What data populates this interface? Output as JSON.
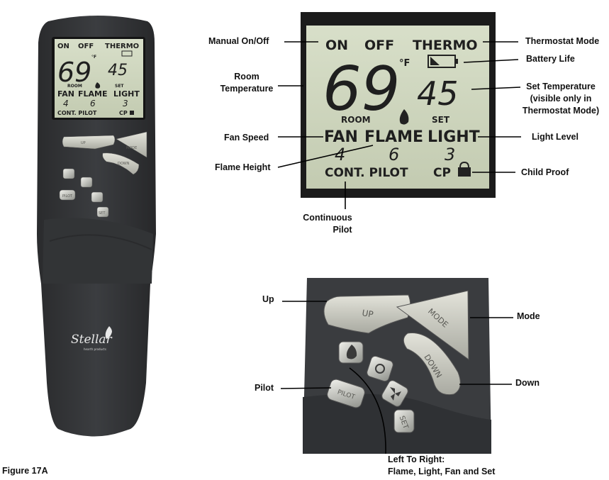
{
  "figure_caption": "Figure 17A",
  "display": {
    "on": "ON",
    "off": "OFF",
    "thermo": "THERMO",
    "room_temp": "69",
    "set_temp": "45",
    "degree_unit": "°F",
    "room": "ROOM",
    "set": "SET",
    "fan": "FAN",
    "flame": "FLAME",
    "light": "LIGHT",
    "fan_value": "4",
    "flame_value": "6",
    "light_value": "3",
    "cont_pilot": "CONT. PILOT",
    "cp": "CP"
  },
  "buttons": {
    "up": "UP",
    "mode": "MODE",
    "down": "DOWN",
    "pilot": "PILOT",
    "set": "SET"
  },
  "brand": {
    "name": "Stellar",
    "tagline": "hearth products"
  },
  "labels": {
    "manual_on_off": "Manual On/Off",
    "room_temperature_line1": "Room",
    "room_temperature_line2": "Temperature",
    "fan_speed": "Fan Speed",
    "flame_height": "Flame Height",
    "continuous_pilot_line1": "Continuous",
    "continuous_pilot_line2": "Pilot",
    "thermostat_mode": "Thermostat Mode",
    "battery_life": "Battery Life",
    "set_temperature_line1": "Set Temperature",
    "set_temperature_line2": "(visible only in",
    "set_temperature_line3": "Thermostat Mode)",
    "light_level": "Light Level",
    "child_proof": "Child Proof",
    "up": "Up",
    "mode": "Mode",
    "pilot": "Pilot",
    "down": "Down",
    "left_to_right_line1": "Left To Right:",
    "left_to_right_line2": "Flame, Light, Fan and Set"
  }
}
